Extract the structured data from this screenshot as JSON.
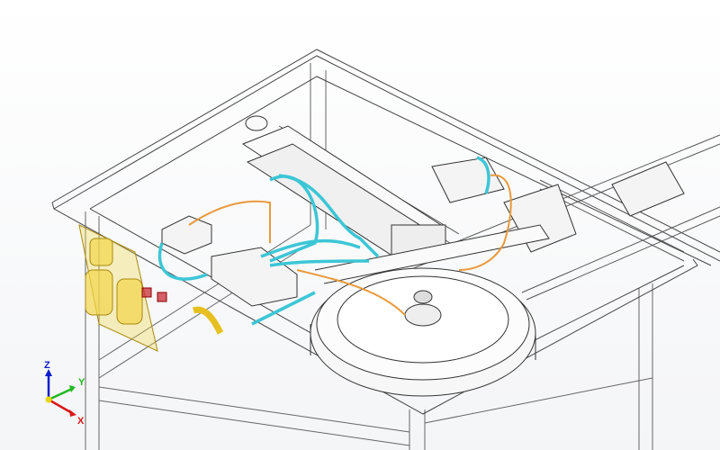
{
  "viewport": {
    "triad": {
      "z_label": "Z",
      "y_label": "Y",
      "x_label": "X"
    },
    "colors": {
      "z_axis": "#0a1ccc",
      "y_axis": "#1fb81f",
      "x_axis": "#d81818",
      "hose_cyan": "#3cc6d6",
      "hose_orange": "#e89a3c",
      "filter_yellow": "#f2d64a"
    }
  }
}
